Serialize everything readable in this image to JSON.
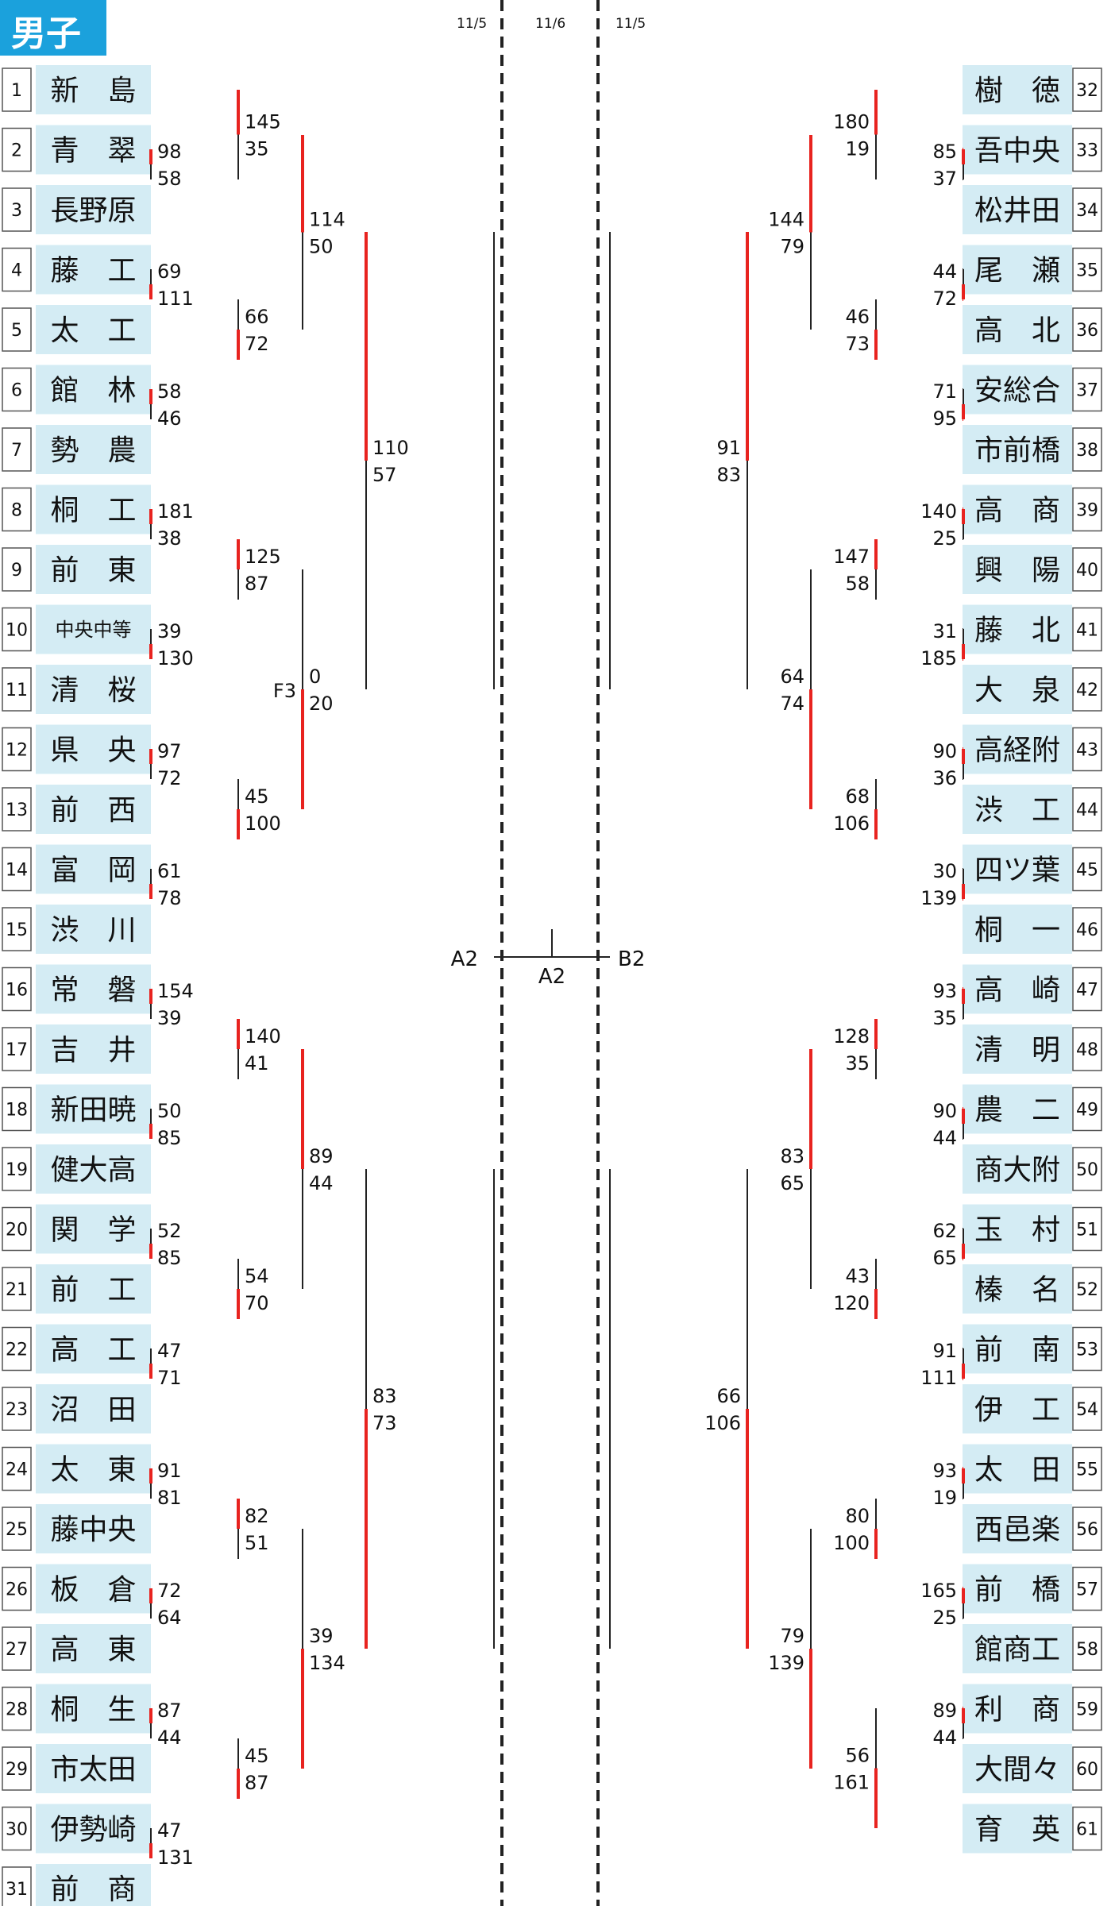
{
  "title": "男子",
  "dates": [
    "11/5",
    "11/6",
    "11/5"
  ],
  "colors": {
    "winner": "#e8231f",
    "line": "#222222",
    "name_bg": "#d4ecf4",
    "num_border": "#555555",
    "title_bg": "#1ba1dc"
  },
  "left_teams": [
    {
      "seed": "1",
      "name": "新　島"
    },
    {
      "seed": "2",
      "name": "青　翠"
    },
    {
      "seed": "3",
      "name": "長野原"
    },
    {
      "seed": "4",
      "name": "藤　工"
    },
    {
      "seed": "5",
      "name": "太　工"
    },
    {
      "seed": "6",
      "name": "館　林"
    },
    {
      "seed": "7",
      "name": "勢　農"
    },
    {
      "seed": "8",
      "name": "桐　工"
    },
    {
      "seed": "9",
      "name": "前　東"
    },
    {
      "seed": "10",
      "name": "中央中等"
    },
    {
      "seed": "11",
      "name": "清　桜"
    },
    {
      "seed": "12",
      "name": "県　央"
    },
    {
      "seed": "13",
      "name": "前　西"
    },
    {
      "seed": "14",
      "name": "富　岡"
    },
    {
      "seed": "15",
      "name": "渋　川"
    },
    {
      "seed": "16",
      "name": "常　磐"
    },
    {
      "seed": "17",
      "name": "吉　井"
    },
    {
      "seed": "18",
      "name": "新田暁"
    },
    {
      "seed": "19",
      "name": "健大高"
    },
    {
      "seed": "20",
      "name": "関　学"
    },
    {
      "seed": "21",
      "name": "前　工"
    },
    {
      "seed": "22",
      "name": "高　工"
    },
    {
      "seed": "23",
      "name": "沼　田"
    },
    {
      "seed": "24",
      "name": "太　東"
    },
    {
      "seed": "25",
      "name": "藤中央"
    },
    {
      "seed": "26",
      "name": "板　倉"
    },
    {
      "seed": "27",
      "name": "高　東"
    },
    {
      "seed": "28",
      "name": "桐　生"
    },
    {
      "seed": "29",
      "name": "市太田"
    },
    {
      "seed": "30",
      "name": "伊勢崎"
    },
    {
      "seed": "31",
      "name": "前　商"
    }
  ],
  "right_teams": [
    {
      "seed": "32",
      "name": "樹　徳"
    },
    {
      "seed": "33",
      "name": "吾中央"
    },
    {
      "seed": "34",
      "name": "松井田"
    },
    {
      "seed": "35",
      "name": "尾　瀬"
    },
    {
      "seed": "36",
      "name": "高　北"
    },
    {
      "seed": "37",
      "name": "安総合"
    },
    {
      "seed": "38",
      "name": "市前橋"
    },
    {
      "seed": "39",
      "name": "高　商"
    },
    {
      "seed": "40",
      "name": "興　陽"
    },
    {
      "seed": "41",
      "name": "藤　北"
    },
    {
      "seed": "42",
      "name": "大　泉"
    },
    {
      "seed": "43",
      "name": "高経附"
    },
    {
      "seed": "44",
      "name": "渋　工"
    },
    {
      "seed": "45",
      "name": "四ツ葉"
    },
    {
      "seed": "46",
      "name": "桐　一"
    },
    {
      "seed": "47",
      "name": "高　崎"
    },
    {
      "seed": "48",
      "name": "清　明"
    },
    {
      "seed": "49",
      "name": "農　二"
    },
    {
      "seed": "50",
      "name": "商大附"
    },
    {
      "seed": "51",
      "name": "玉　村"
    },
    {
      "seed": "52",
      "name": "榛　名"
    },
    {
      "seed": "53",
      "name": "前　南"
    },
    {
      "seed": "54",
      "name": "伊　工"
    },
    {
      "seed": "55",
      "name": "太　田"
    },
    {
      "seed": "56",
      "name": "西邑楽"
    },
    {
      "seed": "57",
      "name": "前　橋"
    },
    {
      "seed": "58",
      "name": "館商工"
    },
    {
      "seed": "59",
      "name": "利　商"
    },
    {
      "seed": "60",
      "name": "大間々"
    },
    {
      "seed": "61",
      "name": "育　英"
    }
  ],
  "left_matches": [
    {
      "topY": 188,
      "botY": 226,
      "topScore": "98",
      "botScore": "58",
      "winner": "top"
    },
    {
      "topY": 339,
      "botY": 377,
      "topScore": "69",
      "botScore": "111",
      "winner": "bottom"
    },
    {
      "topY": 490,
      "botY": 528,
      "topScore": "58",
      "botScore": "46",
      "winner": "top"
    },
    {
      "topY": 641,
      "botY": 679,
      "topScore": "181",
      "botScore": "38",
      "winner": "top"
    },
    {
      "topY": 792,
      "botY": 830,
      "topScore": "39",
      "botScore": "130",
      "winner": "bottom"
    },
    {
      "topY": 943,
      "botY": 981,
      "topScore": "97",
      "botScore": "72",
      "winner": "top"
    },
    {
      "topY": 1094,
      "botY": 1132,
      "topScore": "61",
      "botScore": "78",
      "winner": "bottom"
    },
    {
      "topY": 1245,
      "botY": 1283,
      "topScore": "154",
      "botScore": "39",
      "winner": "top"
    },
    {
      "topY": 1396,
      "botY": 1434,
      "topScore": "50",
      "botScore": "85",
      "winner": "bottom"
    },
    {
      "topY": 1547,
      "botY": 1585,
      "topScore": "52",
      "botScore": "85",
      "winner": "bottom"
    },
    {
      "topY": 1698,
      "botY": 1736,
      "topScore": "47",
      "botScore": "71",
      "winner": "bottom"
    },
    {
      "topY": 1849,
      "botY": 1887,
      "topScore": "91",
      "botScore": "81",
      "winner": "top"
    },
    {
      "topY": 2000,
      "botY": 2038,
      "topScore": "72",
      "botScore": "64",
      "winner": "top"
    },
    {
      "topY": 2151,
      "botY": 2189,
      "topScore": "87",
      "botScore": "44",
      "winner": "top"
    },
    {
      "topY": 2302,
      "botY": 2340,
      "topScore": "47",
      "botScore": "131",
      "winner": "bottom"
    },
    {
      "topY": 113,
      "botY": 226,
      "topScore": "145",
      "botScore": "35",
      "winner": "top"
    },
    {
      "topY": 377,
      "botY": 453,
      "topScore": "66",
      "botScore": "72",
      "winner": "bottom"
    },
    {
      "topY": 679,
      "botY": 755,
      "topScore": "125",
      "botScore": "87",
      "winner": "top"
    },
    {
      "topY": 981,
      "botY": 1057,
      "topScore": "45",
      "botScore": "100",
      "winner": "bottom"
    },
    {
      "topY": 1283,
      "botY": 1359,
      "topScore": "140",
      "botScore": "41",
      "winner": "top"
    },
    {
      "topY": 1585,
      "botY": 1661,
      "topScore": "54",
      "botScore": "70",
      "winner": "bottom"
    },
    {
      "topY": 1887,
      "botY": 1963,
      "topScore": "82",
      "botScore": "51",
      "winner": "top"
    },
    {
      "topY": 2189,
      "botY": 2265,
      "topScore": "45",
      "botScore": "87",
      "winner": "bottom"
    },
    {
      "topY": 170,
      "botY": 415,
      "topScore": "114",
      "botScore": "50",
      "winner": "top"
    },
    {
      "topY": 717,
      "botY": 1019,
      "topScore": "0",
      "botScore": "20",
      "winner": "bottom",
      "label": "F3"
    },
    {
      "topY": 1321,
      "botY": 1623,
      "topScore": "89",
      "botScore": "44",
      "winner": "top"
    },
    {
      "topY": 1925,
      "botY": 2227,
      "topScore": "39",
      "botScore": "134",
      "winner": "bottom"
    },
    {
      "topY": 292,
      "botY": 868,
      "topScore": "110",
      "botScore": "57",
      "winner": "top"
    },
    {
      "topY": 1472,
      "botY": 2076,
      "topScore": "83",
      "botScore": "73",
      "winner": "bottom"
    }
  ],
  "right_matches": [
    {
      "topY": 188,
      "botY": 226,
      "topScore": "85",
      "botScore": "37",
      "winner": "top"
    },
    {
      "topY": 339,
      "botY": 377,
      "topScore": "44",
      "botScore": "72",
      "winner": "bottom"
    },
    {
      "topY": 490,
      "botY": 528,
      "topScore": "71",
      "botScore": "95",
      "winner": "bottom"
    },
    {
      "topY": 641,
      "botY": 679,
      "topScore": "140",
      "botScore": "25",
      "winner": "top"
    },
    {
      "topY": 792,
      "botY": 830,
      "topScore": "31",
      "botScore": "185",
      "winner": "bottom"
    },
    {
      "topY": 943,
      "botY": 981,
      "topScore": "90",
      "botScore": "36",
      "winner": "top"
    },
    {
      "topY": 1094,
      "botY": 1132,
      "topScore": "30",
      "botScore": "139",
      "winner": "bottom"
    },
    {
      "topY": 1245,
      "botY": 1283,
      "topScore": "93",
      "botScore": "35",
      "winner": "top"
    },
    {
      "topY": 1396,
      "botY": 1434,
      "topScore": "90",
      "botScore": "44",
      "winner": "top"
    },
    {
      "topY": 1547,
      "botY": 1585,
      "topScore": "62",
      "botScore": "65",
      "winner": "bottom"
    },
    {
      "topY": 1698,
      "botY": 1736,
      "topScore": "91",
      "botScore": "111",
      "winner": "bottom"
    },
    {
      "topY": 1849,
      "botY": 1887,
      "topScore": "93",
      "botScore": "19",
      "winner": "top"
    },
    {
      "topY": 2000,
      "botY": 2038,
      "topScore": "165",
      "botScore": "25",
      "winner": "top"
    },
    {
      "topY": 2151,
      "botY": 2189,
      "topScore": "89",
      "botScore": "44",
      "winner": "top"
    },
    {
      "topY": 113,
      "botY": 226,
      "topScore": "180",
      "botScore": "19",
      "winner": "top"
    },
    {
      "topY": 377,
      "botY": 453,
      "topScore": "46",
      "botScore": "73",
      "winner": "bottom"
    },
    {
      "topY": 679,
      "botY": 755,
      "topScore": "147",
      "botScore": "58",
      "winner": "top"
    },
    {
      "topY": 981,
      "botY": 1057,
      "topScore": "68",
      "botScore": "106",
      "winner": "bottom"
    },
    {
      "topY": 1283,
      "botY": 1359,
      "topScore": "128",
      "botScore": "35",
      "winner": "top"
    },
    {
      "topY": 1585,
      "botY": 1661,
      "topScore": "43",
      "botScore": "120",
      "winner": "bottom"
    },
    {
      "topY": 1887,
      "botY": 1963,
      "topScore": "80",
      "botScore": "100",
      "winner": "bottom"
    },
    {
      "topY": 2151,
      "botY": 2302,
      "topScore": "56",
      "botScore": "161",
      "winner": "bottom"
    },
    {
      "topY": 170,
      "botY": 415,
      "topScore": "144",
      "botScore": "79",
      "winner": "top"
    },
    {
      "topY": 717,
      "botY": 1019,
      "topScore": "64",
      "botScore": "74",
      "winner": "bottom"
    },
    {
      "topY": 1321,
      "botY": 1623,
      "topScore": "83",
      "botScore": "65",
      "winner": "top"
    },
    {
      "topY": 1925,
      "botY": 2227,
      "topScore": "79",
      "botScore": "139",
      "winner": "bottom"
    },
    {
      "topY": 292,
      "botY": 868,
      "topScore": "91",
      "botScore": "83",
      "winner": "top"
    },
    {
      "topY": 1472,
      "botY": 2076,
      "topScore": "66",
      "botScore": "106",
      "winner": "bottom"
    }
  ],
  "center": {
    "a2_left": "A2",
    "a2_mid": "A2",
    "b2_right": "B2"
  }
}
